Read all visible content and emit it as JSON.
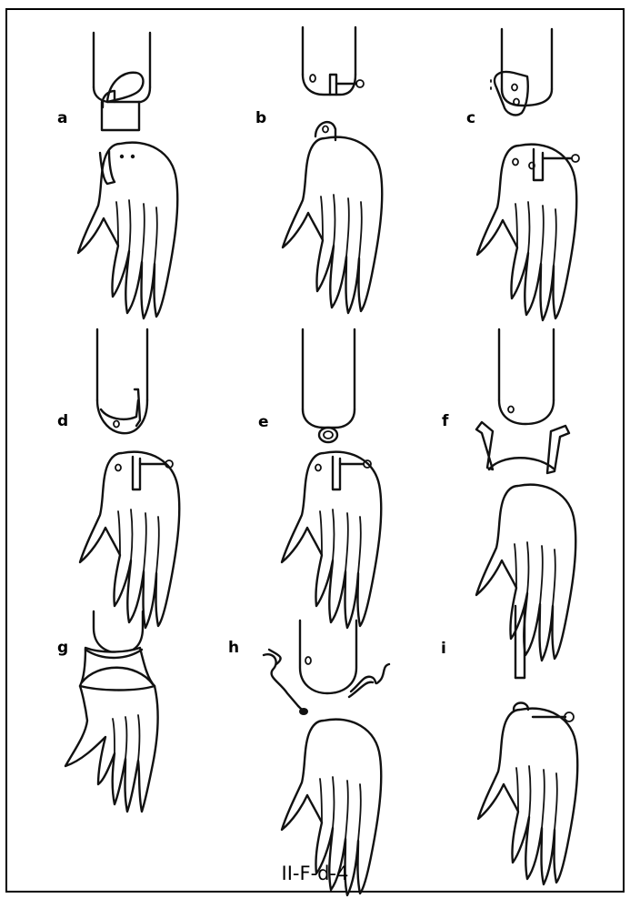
{
  "figure": {
    "caption": "II-F-d-4",
    "panels": [
      {
        "id": "a",
        "label": "a"
      },
      {
        "id": "b",
        "label": "b"
      },
      {
        "id": "c",
        "label": "c"
      },
      {
        "id": "d",
        "label": "d"
      },
      {
        "id": "e",
        "label": "e"
      },
      {
        "id": "f",
        "label": "f"
      },
      {
        "id": "g",
        "label": "g"
      },
      {
        "id": "h",
        "label": "h"
      },
      {
        "id": "i",
        "label": "i"
      }
    ]
  },
  "colors": {
    "ink": "#111111",
    "background": "#ffffff",
    "frame": "#000000"
  }
}
